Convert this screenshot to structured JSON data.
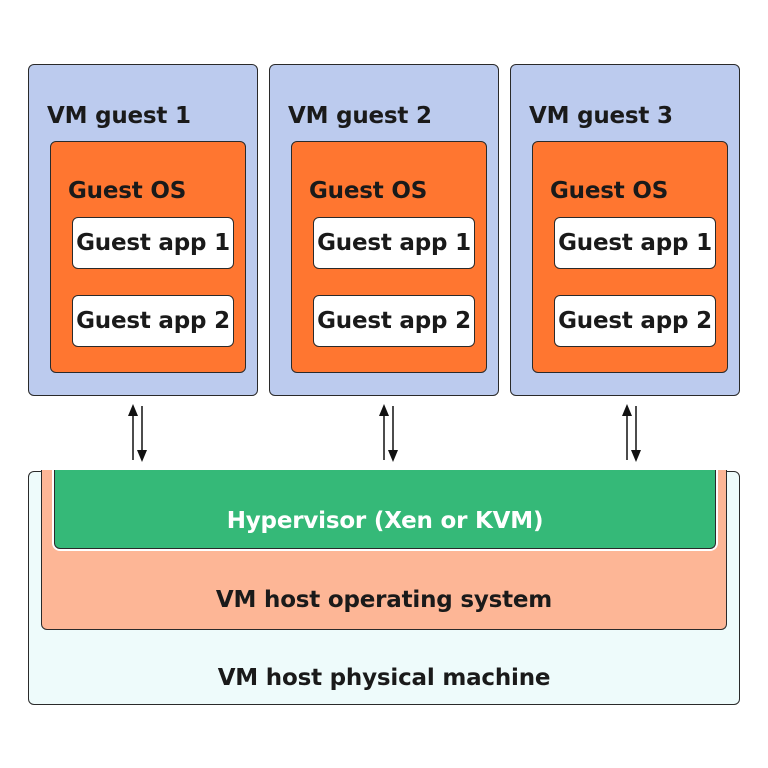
{
  "vm_guests": [
    {
      "title": "VM guest 1",
      "os_label": "Guest OS",
      "apps": [
        "Guest app 1",
        "Guest app 2"
      ]
    },
    {
      "title": "VM guest 2",
      "os_label": "Guest OS",
      "apps": [
        "Guest app 1",
        "Guest app 2"
      ]
    },
    {
      "title": "VM guest 3",
      "os_label": "Guest OS",
      "apps": [
        "Guest app 1",
        "Guest app 2"
      ]
    }
  ],
  "layers": {
    "hypervisor": "Hypervisor (Xen or KVM)",
    "host_os": "VM host operating system",
    "physical": "VM host physical machine"
  },
  "colors": {
    "vm_guest": "#bccbee",
    "guest_os": "#ff7630",
    "guest_app": "#ffffff",
    "hypervisor": "#35b978",
    "host_os": "#fdb696",
    "physical": "#eefbfb"
  }
}
